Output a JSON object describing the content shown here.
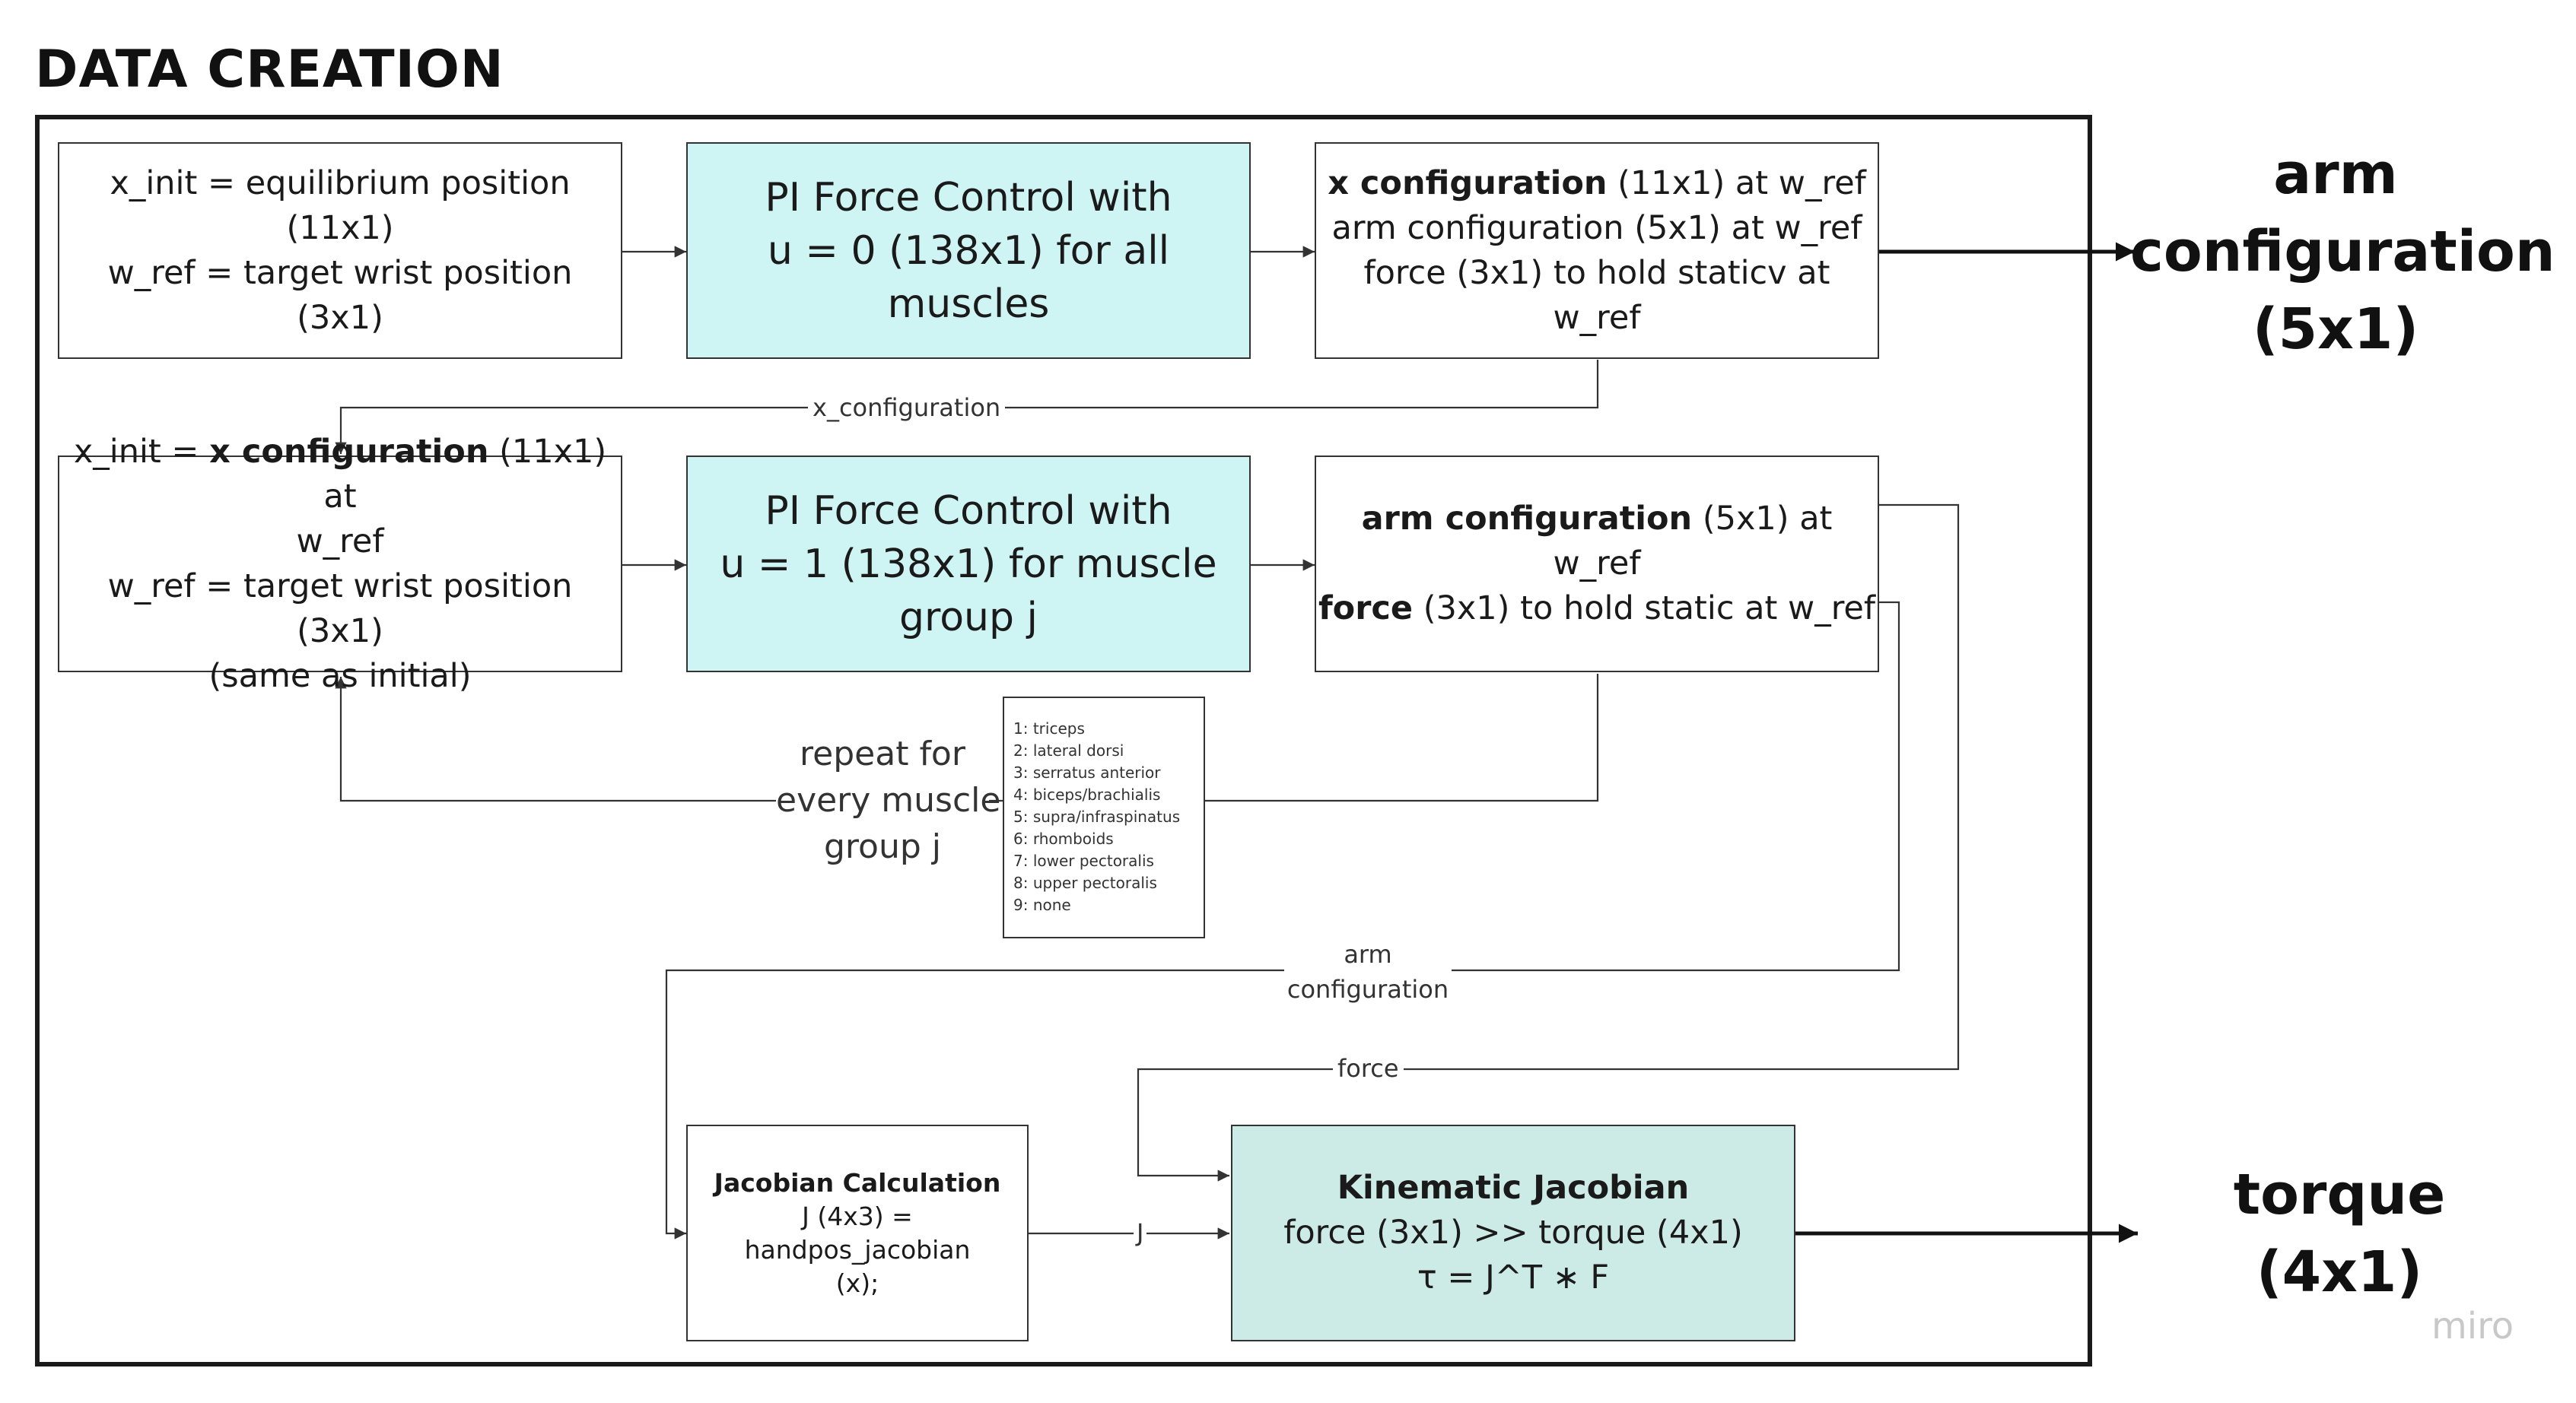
{
  "title": "DATA CREATION",
  "boxes": {
    "init1": {
      "line1": "x_init = equilibrium position (11x1)",
      "line2": "w_ref = target wrist position (3x1)"
    },
    "pi1": {
      "line1": "PI Force Control with",
      "line2": "u = 0 (138x1) for all muscles"
    },
    "xconf": {
      "line1_bold": "x configuration",
      "line1_rest": " (11x1) at w_ref",
      "line2": "arm configuration (5x1) at w_ref",
      "line3": "force (3x1) to hold staticv at w_ref"
    },
    "init2": {
      "line1_pre": "x_init = ",
      "line1_bold": "x configuration",
      "line1_rest": " (11x1) at",
      "line2": "w_ref",
      "line3": "w_ref = target wrist position (3x1)",
      "line4": "(same as initial)"
    },
    "pi2": {
      "line1": "PI Force Control with",
      "line2": "u = 1 (138x1) for muscle",
      "line3": "group j"
    },
    "armforce": {
      "line1_bold": "arm configuration",
      "line1_rest": " (5x1) at w_ref",
      "line2_bold": "force",
      "line2_rest": " (3x1) to hold static at w_ref"
    },
    "jac": {
      "line1": "Jacobian Calculation",
      "line2": "J (4x3) = handpos_jacobian",
      "line3": "(x);"
    },
    "kin": {
      "line1": "Kinematic Jacobian",
      "line2": "force (3x1) >> torque (4x1)",
      "line3": "τ = J^T ∗ F"
    }
  },
  "labels": {
    "x_configuration": "x_configuration",
    "repeat_1": "repeat for",
    "repeat_2": "every muscle",
    "repeat_3": "group j",
    "arm_conf_1": "arm",
    "arm_conf_2": "configuration",
    "force": "force",
    "j": "J"
  },
  "muscle_groups": [
    "1: triceps",
    "2: lateral dorsi",
    "3: serratus anterior",
    "4: biceps/brachialis",
    "5: supra/infraspinatus",
    "6: rhomboids",
    "7: lower pectoralis",
    "8: upper pectoralis",
    "9: none"
  ],
  "outputs": {
    "arm_1": "arm",
    "arm_2": "configuration",
    "arm_3": "(5x1)",
    "torque_1": "torque",
    "torque_2": "(4x1)"
  },
  "watermark": "miro",
  "colors": {
    "cyan": "#cff4f4",
    "mint": "#cdebe6",
    "line": "#333333"
  }
}
